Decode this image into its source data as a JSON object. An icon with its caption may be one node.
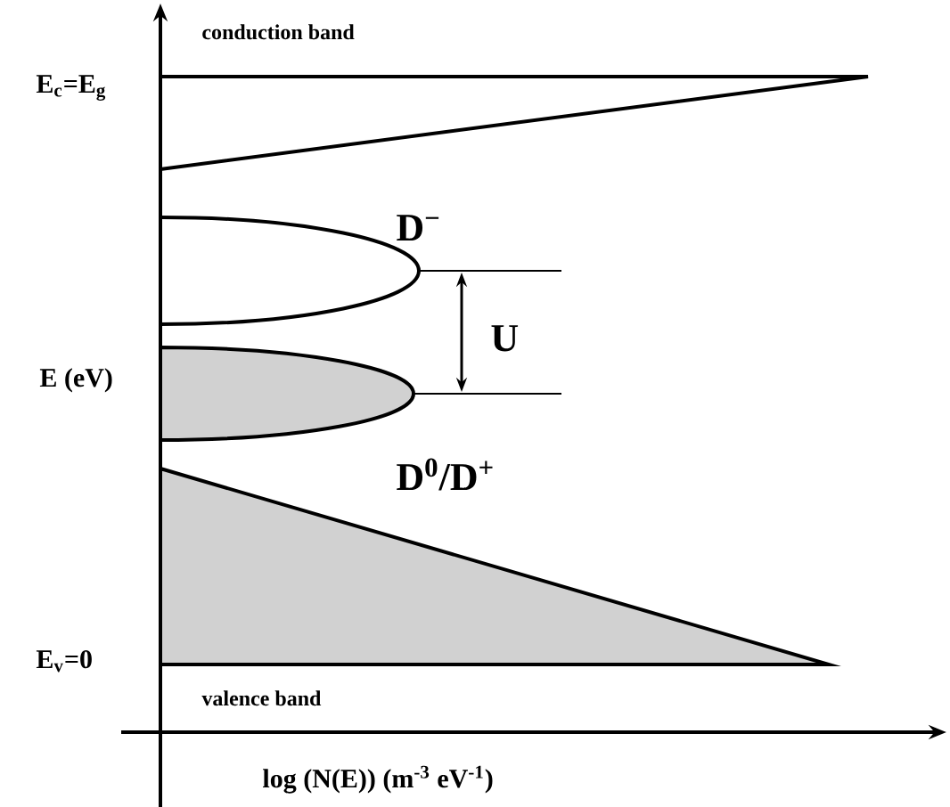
{
  "diagram": {
    "labels": [
      "conduction band",
      "E$_{c}$=E$_{g}$",
      "D$^{−}$",
      "E (eV)",
      "U",
      "D$^{0}$/D$^{+}$",
      "E$_{v}$=0",
      "valence band",
      "log (N(E)) (m$^{-3}$ eV$^{-1}$)"
    ]
  }
}
